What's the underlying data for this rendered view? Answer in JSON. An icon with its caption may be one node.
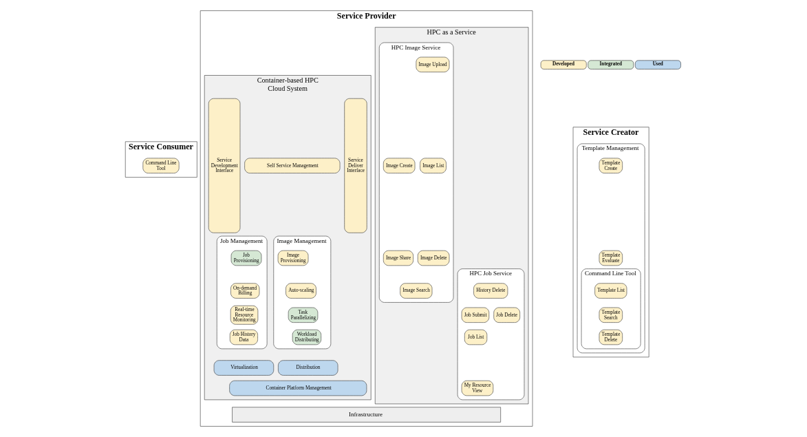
{
  "diagram": {
    "nodes": [
      {
        "text": [
          "Service Consumer"
        ]
      },
      {
        "text": [
          "Command Line Tool"
        ],
        "in": 0
      },
      {
        "text": [
          "Service Provider"
        ]
      },
      {
        "text": [
          "HPC as a Service"
        ],
        "in": 2
      },
      {
        "text": [
          "HPC Image Service"
        ],
        "in": 3
      },
      {
        "text": [
          "Image Create"
        ],
        "in": 4
      },
      {
        "text": [
          "Image Upload"
        ],
        "in": 4
      },
      {
        "text": [
          "Image Share"
        ],
        "in": 4
      },
      {
        "text": [
          "Image List"
        ],
        "in": 4
      },
      {
        "text": [
          "Image Search"
        ],
        "in": 4
      },
      {
        "text": [
          "Image Delete"
        ],
        "in": 4
      },
      {
        "text": [
          "HPC Job Service"
        ],
        "in": 3
      },
      {
        "text": [
          "Job Submit"
        ],
        "in": 11
      },
      {
        "text": [
          "History Delete"
        ],
        "in": 11
      },
      {
        "text": [
          "Job List"
        ],
        "in": 11
      },
      {
        "text": [
          "Job Delete"
        ],
        "in": 11
      },
      {
        "text": [
          "My Resource View"
        ],
        "in": 11
      },
      {
        "text": [
          "Container-based HPC Cloud System"
        ],
        "in": 2
      },
      {
        "text": [
          "Service Deliver Interface"
        ],
        "in": 17
      },
      {
        "text": [
          "Self Service Management"
        ],
        "in": 17
      },
      {
        "text": [
          "Job Management"
        ],
        "in": 17
      },
      {
        "text": [
          "Job Provisioning"
        ],
        "in": 20
      },
      {
        "text": [
          "On-demand Billing"
        ],
        "in": 20
      },
      {
        "text": [
          "Real-time Resource Monitoring"
        ],
        "in": 20
      },
      {
        "text": [
          "Job History Data"
        ],
        "in": 20
      },
      {
        "text": [
          "Image Management"
        ],
        "in": 17
      },
      {
        "text": [
          "Image Provisioning"
        ],
        "in": 25
      },
      {
        "text": [
          "Auto-scaling"
        ],
        "in": 25
      },
      {
        "text": [
          "Task Parallelizing"
        ],
        "in": 25
      },
      {
        "text": [
          "Workload Distributing"
        ],
        "in": 25
      },
      {
        "text": [
          "Virtualization"
        ],
        "in": 17
      },
      {
        "text": [
          "Distribution"
        ],
        "in": 17
      },
      {
        "text": [
          "Container Platform Management"
        ],
        "in": 17
      },
      {
        "text": [
          "Service Development Interface"
        ],
        "in": 17
      },
      {
        "text": [
          "Infrastructure"
        ],
        "in": 2
      },
      {
        "text": [
          "Service Creator"
        ]
      },
      {
        "text": [
          "Template Management"
        ],
        "in": 35
      },
      {
        "text": [
          "Template Create"
        ],
        "in": 36
      },
      {
        "text": [
          "Template Evaluate"
        ],
        "in": 36
      },
      {
        "text": [
          "Command Line Tool"
        ],
        "in": 36
      },
      {
        "text": [
          "Template List"
        ],
        "in": 39
      },
      {
        "text": [
          "Template Search"
        ],
        "in": 39
      },
      {
        "text": [
          "Template Delete"
        ],
        "in": 39
      }
    ],
    "legend": [
      {
        "text": "Developed",
        "color": "#fdf0c8"
      },
      {
        "text": "Integrated",
        "color": "#d5e8d4"
      },
      {
        "text": "Used",
        "color": "#bdd7ee"
      }
    ]
  }
}
